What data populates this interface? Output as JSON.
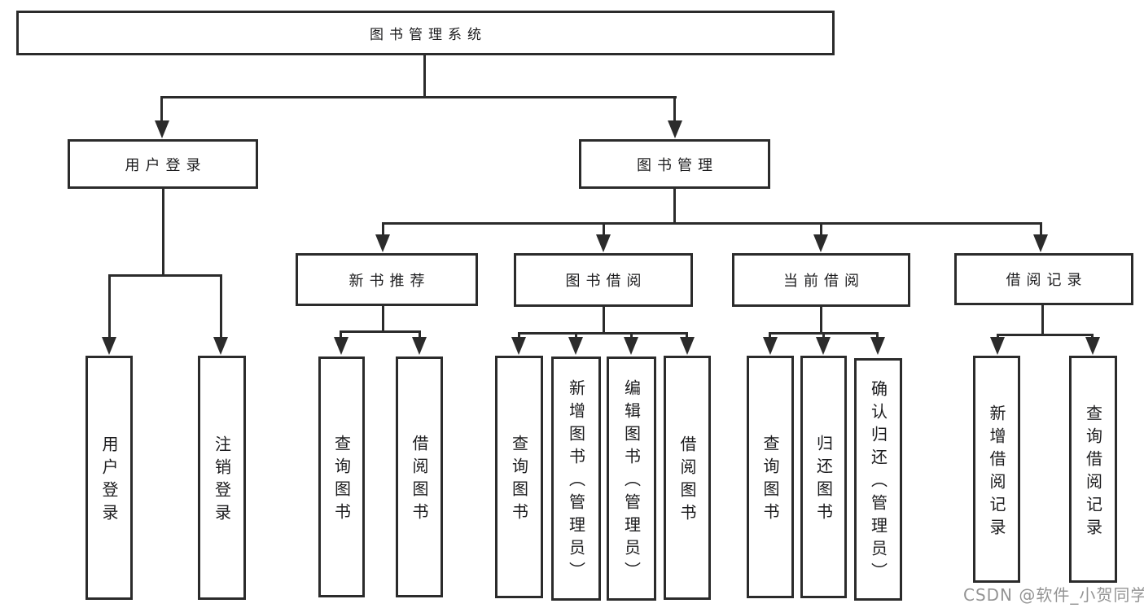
{
  "diagram": {
    "root": {
      "label": "图书管理系统"
    },
    "branches": {
      "user_login": {
        "label": "用户登录",
        "children": [
          {
            "label": "用户登录"
          },
          {
            "label": "注销登录"
          }
        ]
      },
      "book_mgmt": {
        "label": "图书管理",
        "children": [
          {
            "label": "新书推荐",
            "children": [
              {
                "label": "查询图书"
              },
              {
                "label": "借阅图书"
              }
            ]
          },
          {
            "label": "图书借阅",
            "children": [
              {
                "label": "查询图书"
              },
              {
                "label": "新增图书（管理员）"
              },
              {
                "label": "编辑图书（管理员）"
              },
              {
                "label": "借阅图书"
              }
            ]
          },
          {
            "label": "当前借阅",
            "children": [
              {
                "label": "查询图书"
              },
              {
                "label": "归还图书"
              },
              {
                "label": "确认归还（管理员）"
              }
            ]
          },
          {
            "label": "借阅记录",
            "children": [
              {
                "label": "新增借阅记录"
              },
              {
                "label": "查询借阅记录"
              }
            ]
          }
        ]
      }
    }
  },
  "watermark": {
    "text": "CSDN @软件_小贺同学"
  },
  "colors": {
    "line": "#2b2b2b",
    "text": "#1c1c1e",
    "watermark": "#949494",
    "background": "#ffffff"
  }
}
